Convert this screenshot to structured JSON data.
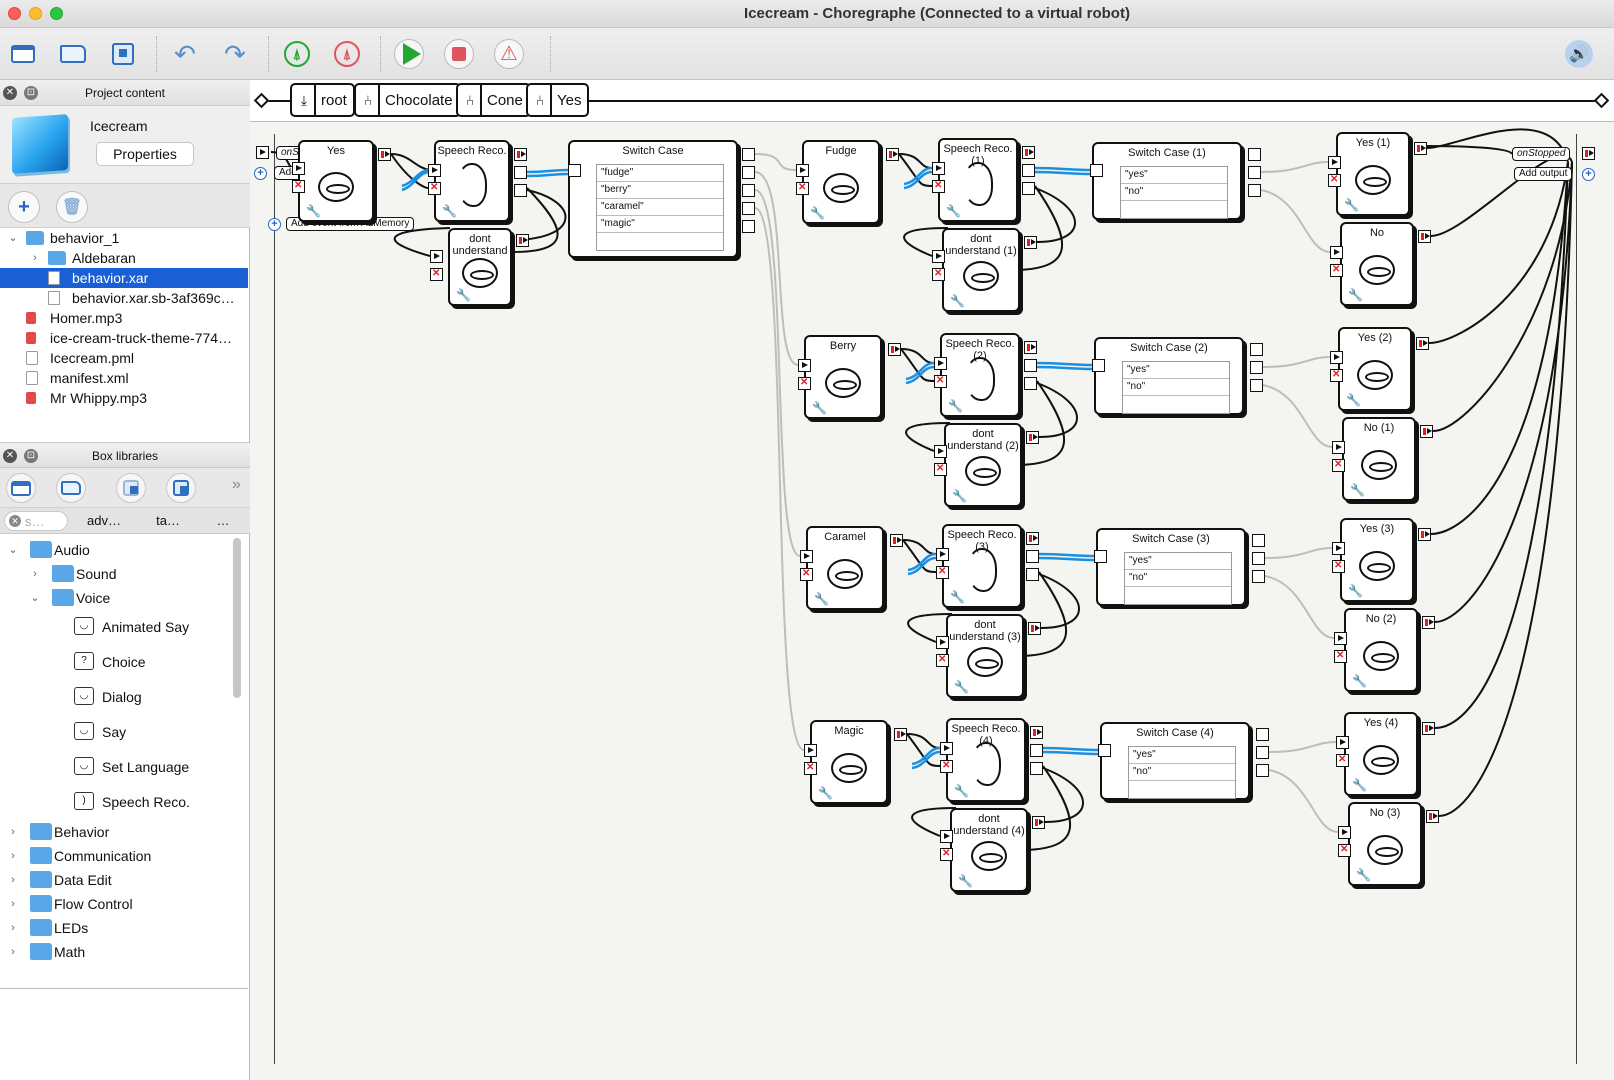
{
  "window": {
    "title": "Icecream - Choregraphe (Connected to a virtual robot)"
  },
  "left": {
    "project_title": "Project content",
    "project_name": "Icecream",
    "properties_label": "Properties",
    "files": [
      {
        "label": "behavior_1",
        "type": "folder",
        "indent": 0,
        "chev": "v"
      },
      {
        "label": "Aldebaran",
        "type": "folder",
        "indent": 1,
        "chev": ">"
      },
      {
        "label": "behavior.xar",
        "type": "file",
        "indent": 1,
        "selected": true
      },
      {
        "label": "behavior.xar.sb-3af369c…",
        "type": "file",
        "indent": 1
      },
      {
        "label": "Homer.mp3",
        "type": "mp3",
        "indent": 0
      },
      {
        "label": "ice-cream-truck-theme-774…",
        "type": "mp3",
        "indent": 0
      },
      {
        "label": "Icecream.pml",
        "type": "file",
        "indent": 0
      },
      {
        "label": "manifest.xml",
        "type": "xml",
        "indent": 0
      },
      {
        "label": "Mr Whippy.mp3",
        "type": "mp3",
        "indent": 0
      }
    ],
    "library_title": "Box libraries",
    "tabs": [
      "adv…",
      "ta…",
      "…"
    ],
    "search_placeholder": "s…",
    "library": [
      {
        "label": "Audio",
        "type": "folder",
        "indent": 0,
        "chev": "v"
      },
      {
        "label": "Sound",
        "type": "folder",
        "indent": 1,
        "chev": ">"
      },
      {
        "label": "Voice",
        "type": "folder",
        "indent": 1,
        "chev": "v"
      },
      {
        "label": "Animated Say",
        "type": "box",
        "indent": 2
      },
      {
        "label": "Choice",
        "type": "box",
        "indent": 2
      },
      {
        "label": "Dialog",
        "type": "box",
        "indent": 2
      },
      {
        "label": "Say",
        "type": "box",
        "indent": 2
      },
      {
        "label": "Set Language",
        "type": "box",
        "indent": 2
      },
      {
        "label": "Speech Reco.",
        "type": "box",
        "indent": 2
      },
      {
        "label": "Behavior",
        "type": "folder",
        "indent": 0,
        "chev": ">"
      },
      {
        "label": "Communication",
        "type": "folder",
        "indent": 0,
        "chev": ">"
      },
      {
        "label": "Data Edit",
        "type": "folder",
        "indent": 0,
        "chev": ">"
      },
      {
        "label": "Flow Control",
        "type": "folder",
        "indent": 0,
        "chev": ">"
      },
      {
        "label": "LEDs",
        "type": "folder",
        "indent": 0,
        "chev": ">"
      },
      {
        "label": "Math",
        "type": "folder",
        "indent": 0,
        "chev": ">"
      }
    ]
  },
  "breadcrumb": [
    "root",
    "Chocolate",
    "Cone",
    "Yes"
  ],
  "diagram": {
    "on_start": "onStart",
    "add_input": "Add input",
    "add_event": "Add event from ALMemory",
    "on_stopped": "onStopped",
    "add_output": "Add output",
    "yes_box": "Yes",
    "speech_reco": "Speech Reco.",
    "dont_understand": "dont understand",
    "switch_case": "Switch Case",
    "switch_options": [
      "\"fudge\"",
      "\"berry\"",
      "\"caramel\"",
      "\"magic\""
    ],
    "rows": [
      {
        "flavor": "Fudge",
        "reco": "Speech Reco. (1)",
        "dont": "dont understand (1)",
        "switch": "Switch Case (1)",
        "yes": "Yes (1)",
        "no": "No"
      },
      {
        "flavor": "Berry",
        "reco": "Speech Reco. (2)",
        "dont": "dont understand (2)",
        "switch": "Switch Case (2)",
        "yes": "Yes (2)",
        "no": "No (1)"
      },
      {
        "flavor": "Caramel",
        "reco": "Speech Reco. (3)",
        "dont": "dont understand (3)",
        "switch": "Switch Case (3)",
        "yes": "Yes (3)",
        "no": "No (2)"
      },
      {
        "flavor": "Magic",
        "reco": "Speech Reco. (4)",
        "dont": "dont understand (4)",
        "switch": "Switch Case (4)",
        "yes": "Yes (4)",
        "no": "No (3)"
      }
    ],
    "yes_no_options": [
      "\"yes\"",
      "\"no\""
    ]
  },
  "colors": {
    "selection": "#1a5fd3",
    "wire_blue": "#1b8fe0",
    "play_green": "#22a832",
    "stop_red": "#e0555c"
  }
}
